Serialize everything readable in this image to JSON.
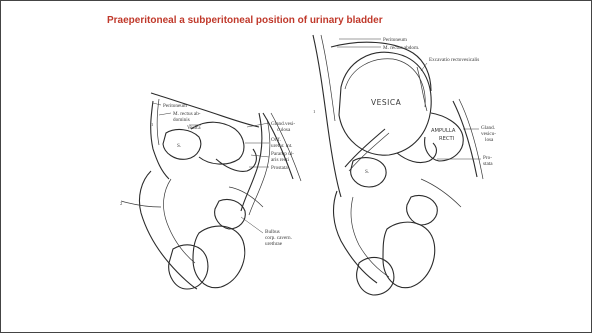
{
  "slide": {
    "title": "Praeperitoneal a subperitoneal position of urinary bladder",
    "title_color": "#c0392b"
  },
  "left_figure": {
    "labels": {
      "peritoneum": "Peritoneum",
      "m_rectus_1": "M. rectus ab-",
      "m_rectus_2": "dominis",
      "vesica": "Vesica",
      "num_1": "1",
      "s": "S.",
      "num_2": "2",
      "gland_1": "Gland.vesi-",
      "gland_2": "culosa",
      "orif_1": "Orif.",
      "orif_2": "urethr. int.",
      "paramp_1": "Paramp ul-",
      "paramp_2": "aris recti",
      "prostata": "Prostata",
      "bulbus_1": "Bulbus",
      "bulbus_2": "corp. cavern.",
      "bulbus_3": "urethrae"
    }
  },
  "right_figure": {
    "labels": {
      "peritoneum": "Peritoneum",
      "m_rectus": "M. rectus abdom.",
      "excavatio": "Excavatio rectovesicalis",
      "vesica": "VESICA",
      "num_1": "1",
      "ampulla": "AMPULLA",
      "recti": "RECTI",
      "s": "S.",
      "gland_1": "Gland.",
      "gland_2": "vesicu-",
      "gland_3": "losa",
      "prostata_1": "Pro-",
      "prostata_2": "stata"
    }
  }
}
